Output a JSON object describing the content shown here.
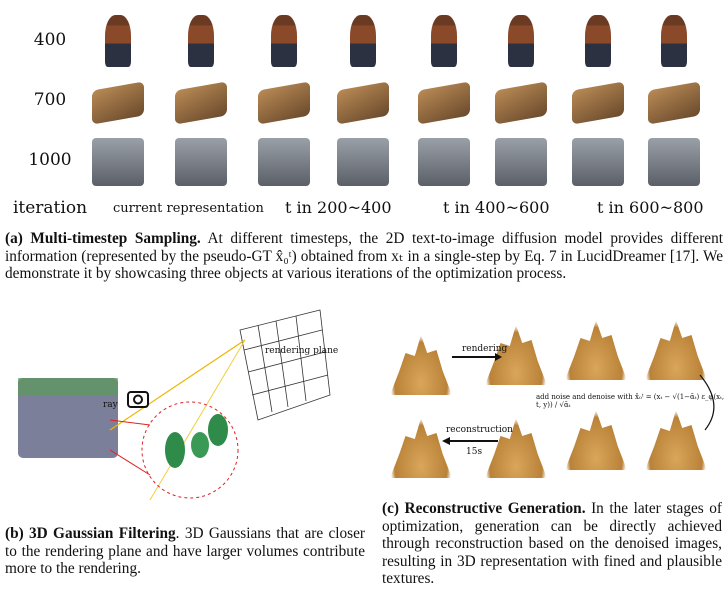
{
  "panel_a": {
    "row_labels": [
      "400",
      "700",
      "1000",
      "iteration"
    ],
    "column_labels": [
      "current representation",
      "t in 200~400",
      "t in 400~600",
      "t in 600~800"
    ],
    "caption_label": "(a) Multi-timestep Sampling.",
    "caption_text": " At different timesteps, the 2D text-to-image diffusion model provides different information (represented by the pseudo-GT x̂₀ᵗ) obtained from xₜ in a single-step by Eq. 7 in LucidDreamer [17]. We demonstrate it by showcasing three objects at various iterations of the optimization process."
  },
  "panel_b": {
    "ray_label": "ray",
    "plane_label": "rendering plane",
    "caption_label": "(b) 3D Gaussian Filtering",
    "caption_text": ". 3D Gaussians that are closer to the rendering plane and have larger volumes contribute more to the rendering."
  },
  "panel_c": {
    "rendering_label": "rendering",
    "noise_label": "add noise and denoise with x̂₀ᵗ = (xₜ − √(1−ᾱₜ) ε_φ(xₜ, t, y)) / √ᾱₜ",
    "reconstruction_label": "reconstruction",
    "time_label": "15s",
    "caption_label": "(c) Reconstructive Generation.",
    "caption_text": " In the later stages of optimization, generation can be directly achieved through reconstruction based on the denoised images, resulting in 3D representation with fined and plausible textures."
  }
}
